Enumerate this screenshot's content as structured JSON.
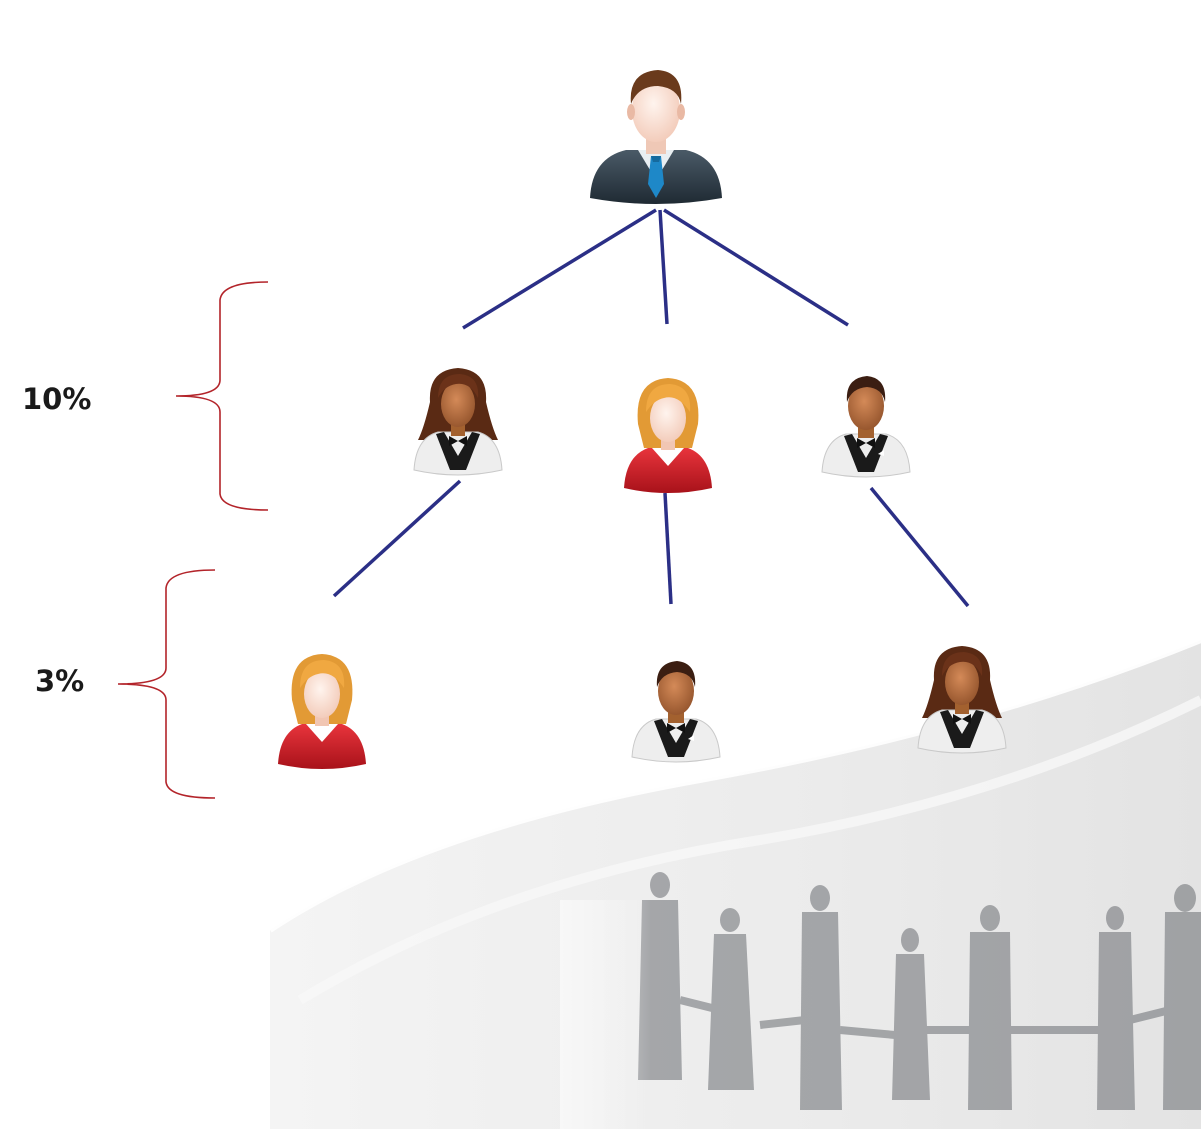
{
  "levels": [
    {
      "label": "10%"
    },
    {
      "label": "3%"
    }
  ],
  "colors": {
    "connector": "#2b2f86",
    "bracket": "#b3242a",
    "manager_suit": "#33414d",
    "manager_tie": "#1e88c8",
    "red_jacket": "#d1202a",
    "blonde_hair": "#e29a35",
    "brown_hair": "#5a2a14",
    "dark_hair": "#3b1e12",
    "waiter_skin": "#b06a3b",
    "light_skin": "#f8ddd0"
  },
  "people": [
    {
      "id": "manager",
      "icon": "manager-icon"
    },
    {
      "id": "l1-waitress",
      "icon": "waitress-icon"
    },
    {
      "id": "l1-businesswoman",
      "icon": "businesswoman-icon"
    },
    {
      "id": "l1-waiter",
      "icon": "waiter-icon"
    },
    {
      "id": "l2-businesswoman",
      "icon": "businesswoman-icon"
    },
    {
      "id": "l2-waiter",
      "icon": "waiter-icon"
    },
    {
      "id": "l2-waitress",
      "icon": "waitress-icon"
    }
  ]
}
